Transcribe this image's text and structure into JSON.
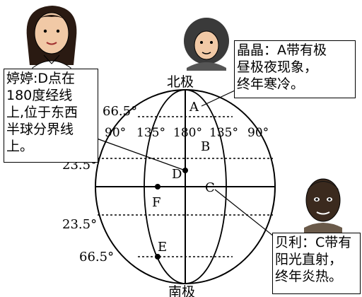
{
  "labels": {
    "north_pole": "北极",
    "south_pole": "南极",
    "lat_665_n": "66.5°",
    "lat_235_n": "23.5°",
    "lat_235_s": "23.5°",
    "lat_665_s": "66.5°",
    "lon_90_w": "90°",
    "lon_135_w": "135°",
    "lon_180": "180°",
    "lon_135_e": "135°",
    "lon_90_e": "90°",
    "point_a": "A",
    "point_b": "B",
    "point_c": "C",
    "point_d": "D",
    "point_e": "E",
    "point_f": "F"
  },
  "bubbles": {
    "tingting": [
      "婷婷:D点在",
      "180度经线",
      "上,位于东西",
      "半球分界线",
      "上。"
    ],
    "jingjing": [
      "晶晶：A带有极",
      "昼极夜现象，",
      "终年寒冷。"
    ],
    "beili": [
      "贝利：C带有",
      "阳光直射，",
      "终年炎热。"
    ]
  },
  "colors": {
    "ink": "#000000",
    "paper": "#ffffff",
    "skin": "#f1c9a6",
    "dark_skin": "#3b2a1e",
    "hair": "#2a1a12"
  }
}
